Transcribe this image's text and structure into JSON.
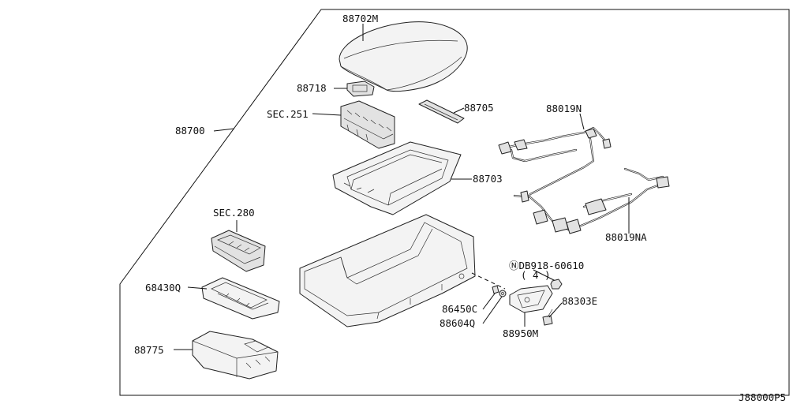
{
  "diagram_id": "J88000P5",
  "callouts": {
    "armrest_lid": "88702M",
    "hinge_bracket": "88718",
    "sec_251": "SEC.251",
    "plate": "88705",
    "harness_upper": "88019N",
    "console_assembly": "88700",
    "tray": "88703",
    "sec_280": "SEC.280",
    "bracket_68430": "68430Q",
    "harness_lower": "88019NA",
    "nut_std": "ⓃDB918-60610",
    "nut_qty": "( 4 )",
    "clip_86450": "86450C",
    "bolt_88303": "88303E",
    "grommet_88604": "88604Q",
    "bracket_88950": "88950M",
    "box_88775": "88775"
  }
}
